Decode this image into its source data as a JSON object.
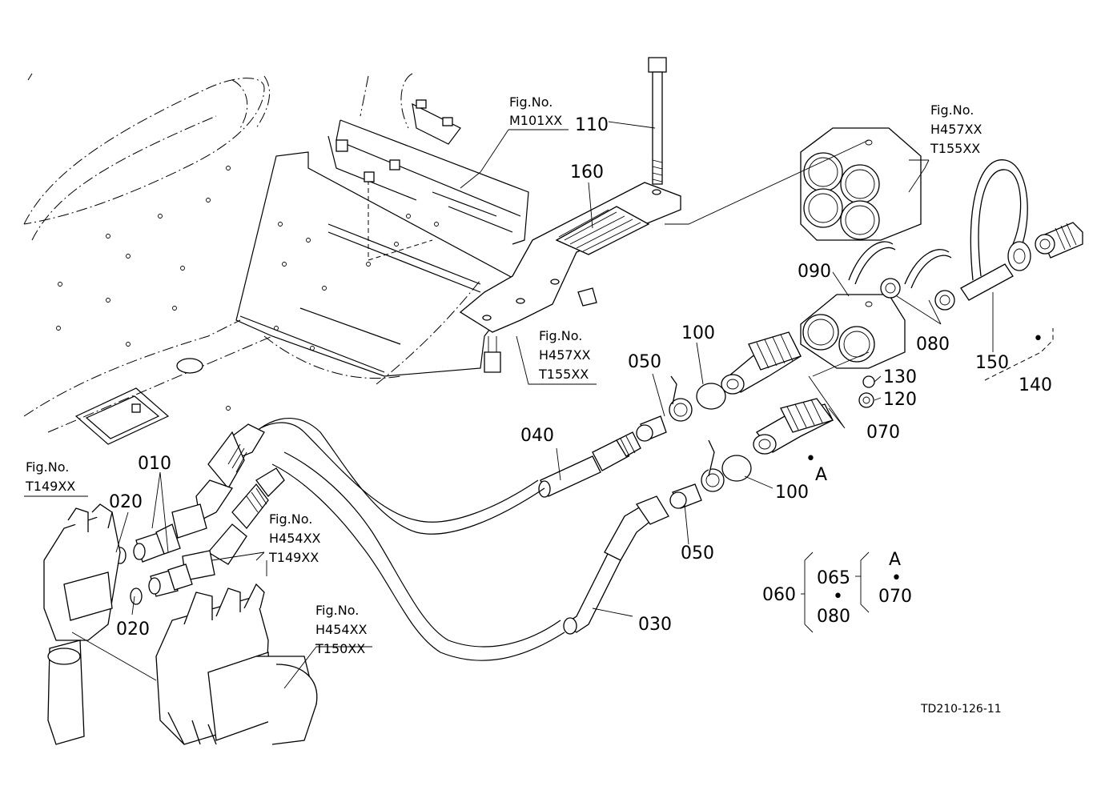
{
  "callouts": {
    "c010": "010",
    "c020a": "020",
    "c020b": "020",
    "c030": "030",
    "c040": "040",
    "c050a": "050",
    "c050b": "050",
    "c060": "060",
    "c065": "065",
    "c070a": "070",
    "c070b": "070",
    "c080a": "080",
    "c080b": "080",
    "c090": "090",
    "c100a": "100",
    "c100b": "100",
    "c110": "110",
    "c120": "120",
    "c130": "130",
    "c140": "140",
    "c150": "150",
    "c160": "160",
    "cA1": "A",
    "cA2": "A"
  },
  "fig_refs": {
    "m101": [
      "Fig.No.",
      "M101XX"
    ],
    "h457_top": [
      "Fig.No.",
      "H457XX",
      "T155XX"
    ],
    "h457_mid": [
      "Fig.No.",
      "H457XX",
      "T155XX"
    ],
    "t149": [
      "Fig.No.",
      "T149XX"
    ],
    "h454_a": [
      "Fig.No.",
      "H454XX",
      "T149XX"
    ],
    "h454_b": [
      "Fig.No.",
      "H454XX",
      "T150XX"
    ]
  },
  "bullet": "•",
  "drawing_code": "TD210-126-11"
}
